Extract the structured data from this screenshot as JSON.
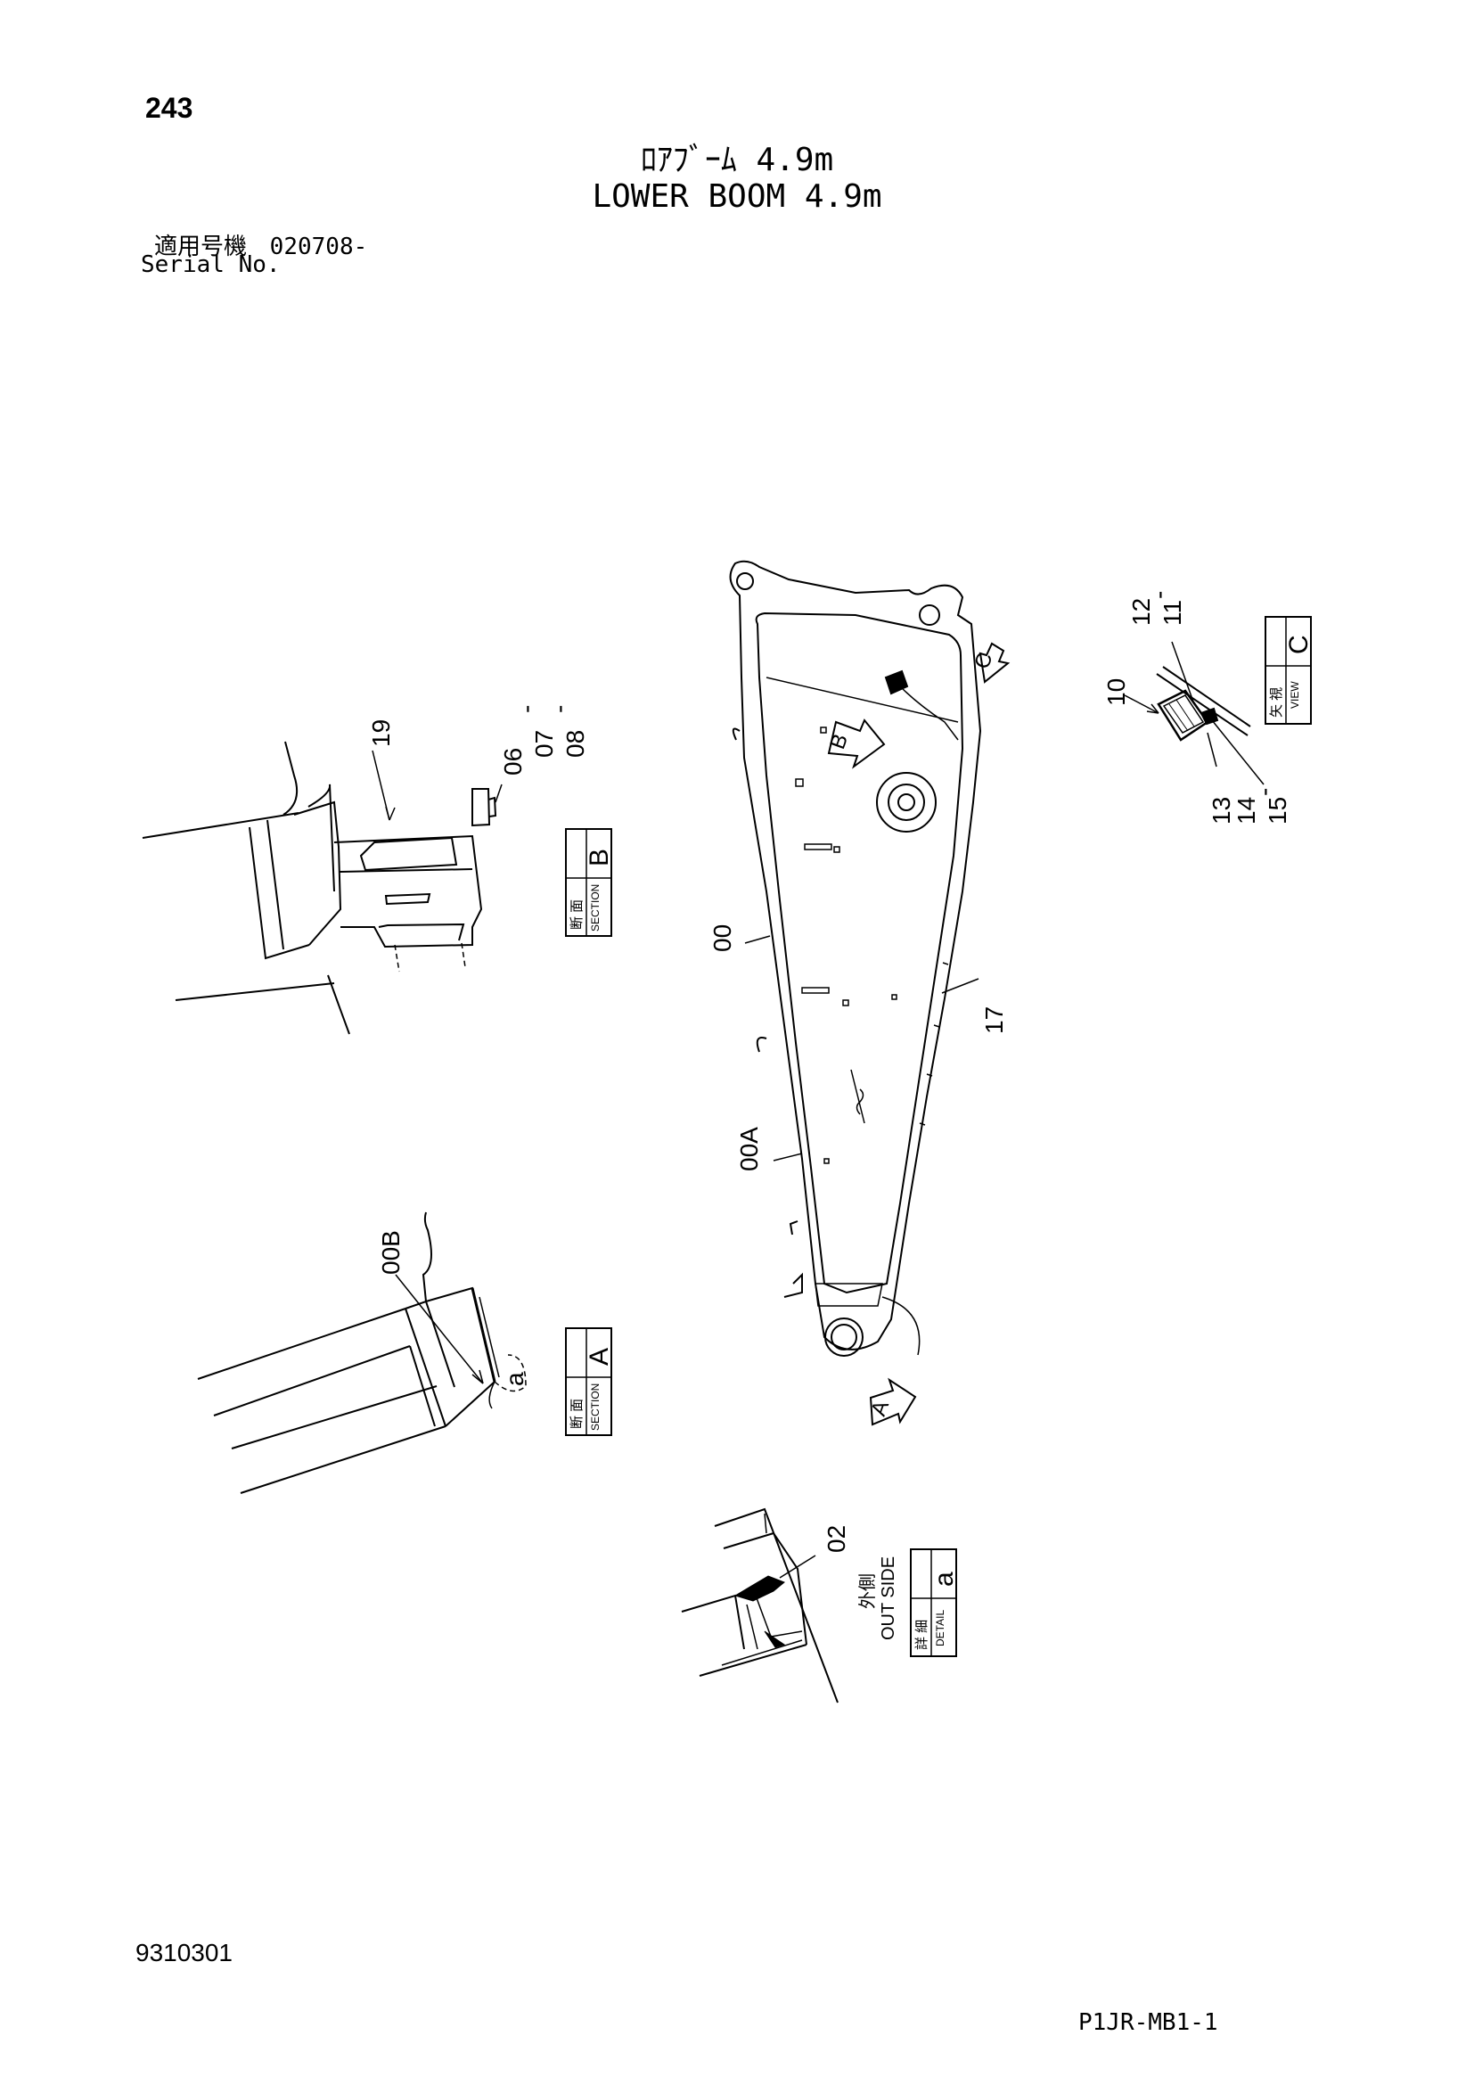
{
  "page_number": "243",
  "title_jp": "ﾛｱﾌﾞｰﾑ 4.9m",
  "title_en": "LOWER BOOM 4.9m",
  "serial": {
    "label_jp": "適用号機",
    "value": "020708-",
    "label_en": "Serial No."
  },
  "doc_number": "9310301",
  "footer_code": "P1JR-MB1-1",
  "views": {
    "section_b": {
      "jp": "断 面",
      "en": "SECTION",
      "letter": "B"
    },
    "section_a": {
      "jp": "断 面",
      "en": "SECTION",
      "letter": "A"
    },
    "view_c": {
      "jp": "矢 視",
      "en": "VIEW",
      "letter": "C"
    },
    "detail_a": {
      "jp": "詳 細",
      "en": "DETAIL",
      "letter": "a"
    }
  },
  "view_markers": {
    "a": "A",
    "b": "B",
    "c": "C"
  },
  "detail_marker": "a",
  "outside_label": {
    "jp": "外側",
    "en": "OUT SIDE"
  },
  "callouts": {
    "p00": "00",
    "p00a": "00A",
    "p00b": "00B",
    "p02": "02",
    "p06": "06",
    "p07": "07",
    "p08": "08",
    "p10": "10",
    "p11": "11",
    "p12": "12",
    "p13": "13",
    "p14": "14",
    "p15": "15",
    "p17": "17",
    "p19": "19"
  },
  "range_dash": "-"
}
